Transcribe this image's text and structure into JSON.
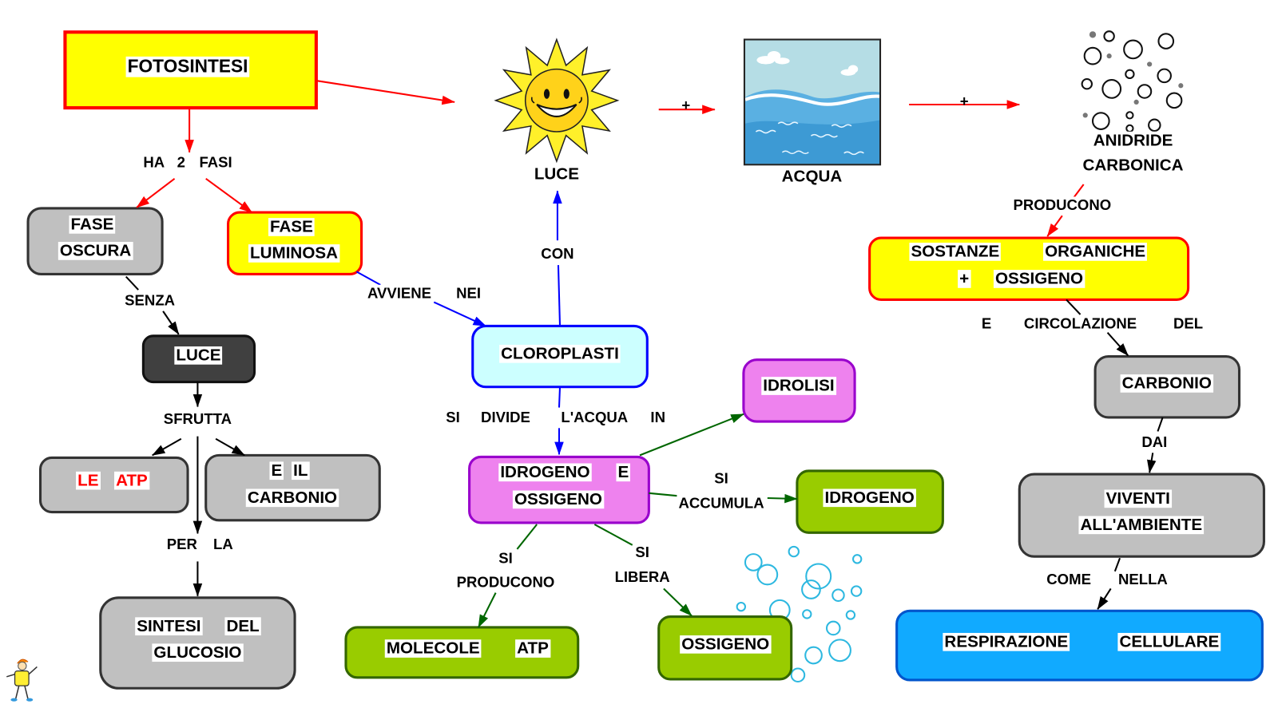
{
  "nodes": {
    "fotosintesi": [
      "FOTOSINTESI"
    ],
    "luce": [
      "LUCE"
    ],
    "acqua": [
      "ACQUA"
    ],
    "anidride_carbonica": [
      "ANIDRIDE",
      "CARBONICA"
    ],
    "sostanze_organiche_ossigeno": [
      "SOSTANZE",
      "ORGANICHE",
      "+",
      "OSSIGENO"
    ],
    "carbonio": [
      "CARBONIO"
    ],
    "viventi_ambiente": [
      "VIVENTI",
      "ALL'AMBIENTE"
    ],
    "respirazione_cellulare": [
      "RESPIRAZIONE",
      "CELLULARE"
    ],
    "fase_oscura": [
      "FASE",
      "OSCURA"
    ],
    "fase_luminosa": [
      "FASE",
      "LUMINOSA"
    ],
    "luce_box": [
      "LUCE"
    ],
    "le_atp": [
      "LE",
      "ATP"
    ],
    "e_il_carbonio": [
      "E",
      "IL",
      "CARBONIO"
    ],
    "sintesi_glucosio": [
      "SINTESI",
      "DEL",
      "GLUCOSIO"
    ],
    "cloroplasti": [
      "CLOROPLASTI"
    ],
    "idrogeno_ossigeno": [
      "IDROGENO",
      "E",
      "OSSIGENO"
    ],
    "idrolisi": [
      "IDROLISI"
    ],
    "idrogeno": [
      "IDROGENO"
    ],
    "molecole_atp": [
      "MOLECOLE",
      "ATP"
    ],
    "ossigeno": [
      "OSSIGENO"
    ]
  },
  "links": {
    "ha_2_fasi": [
      "HA",
      "2",
      "FASI"
    ],
    "plus_luce_acqua": [
      "+"
    ],
    "plus_acqua_anidride": [
      "+"
    ],
    "producono": [
      "PRODUCONO"
    ],
    "e_circolazione_del": [
      "E",
      "CIRCOLAZIONE",
      "DEL"
    ],
    "dai": [
      "DAI"
    ],
    "come_nella": [
      "COME",
      "NELLA"
    ],
    "senza": [
      "SENZA"
    ],
    "sfrutta": [
      "SFRUTTA"
    ],
    "per_la": [
      "PER",
      "LA"
    ],
    "avviene_nei": [
      "AVVIENE",
      "NEI"
    ],
    "con": [
      "CON"
    ],
    "si_divide_acqua_in": [
      "SI",
      "DIVIDE",
      "L'ACQUA",
      "IN"
    ],
    "si_accumula": [
      "SI",
      "ACCUMULA"
    ],
    "si_producono": [
      "SI",
      "PRODUCONO"
    ],
    "si_libera": [
      "SI",
      "LIBERA"
    ]
  },
  "icons": {
    "sun": "sun-icon",
    "water": "water-icon",
    "co2": "carbon-dioxide-bubbles-icon",
    "oxygen": "oxygen-bubbles-icon",
    "mascot": "cmap-mascot-icon"
  },
  "colors": {
    "yellow": "#ffff00",
    "red": "#ff0000",
    "gray": "#c0c0c0",
    "dark": "#404040",
    "cyan": "#ccffff",
    "blue": "#0000ff",
    "pink": "#ee82ee",
    "purple": "#9900cc",
    "green": "#99cc00",
    "darkgreen": "#336600",
    "skyblue": "#11aaff"
  }
}
